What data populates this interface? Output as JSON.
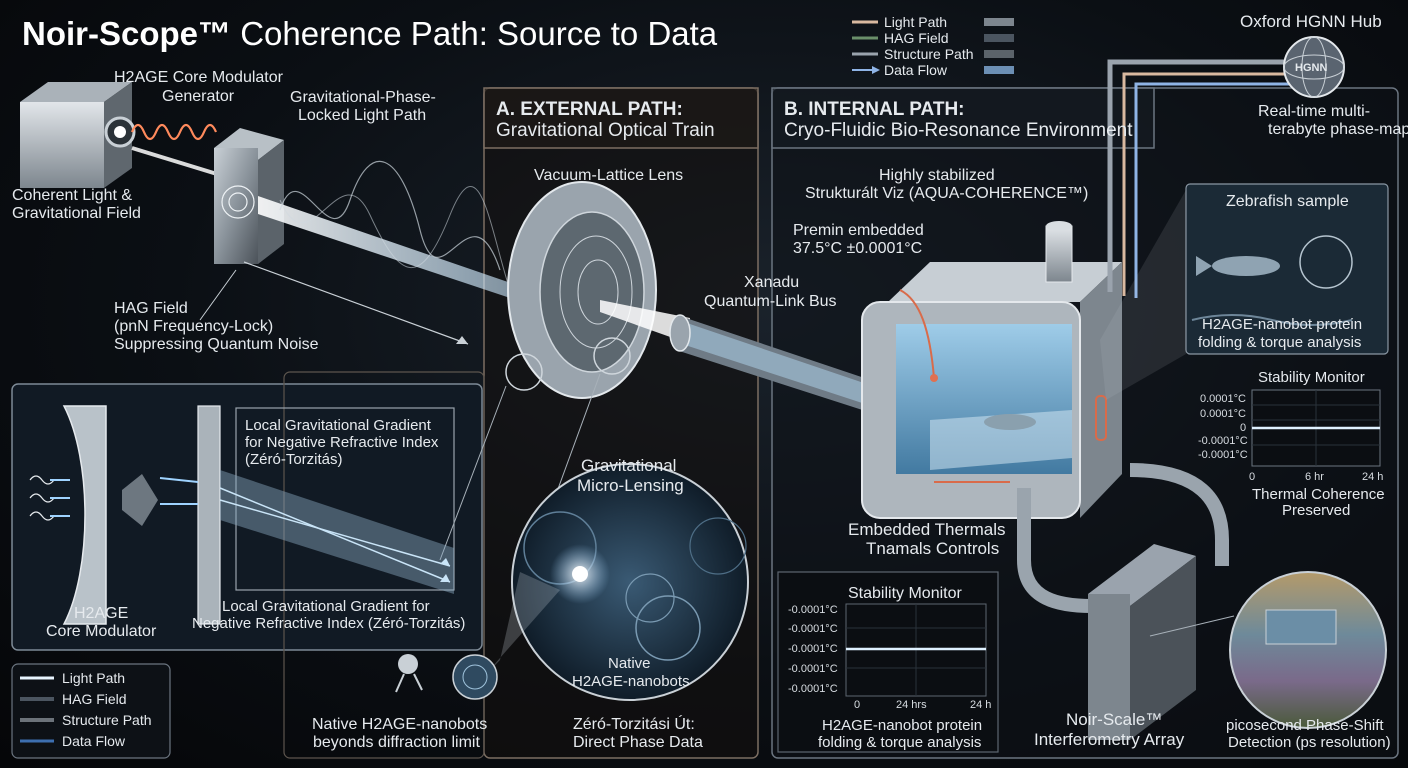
{
  "title": {
    "bold": "Noir-Scope™",
    "rest": " Coherence Path: Source to Data"
  },
  "hub": {
    "title": "Oxford HGNN Hub",
    "badge": "HGNN",
    "caption_1": "Real-time multi-",
    "caption_2": "terabyte phase-map"
  },
  "legend_top": [
    {
      "label": "Light Path",
      "color": "#d9b9a0"
    },
    {
      "label": "HAG Field",
      "color": "#6a8f6a"
    },
    {
      "label": "Structure Path",
      "color": "#9aa3ad"
    },
    {
      "label": "Data Flow",
      "color": "#8fb4e6"
    }
  ],
  "legend_bottom": [
    {
      "label": "Light Path",
      "color": "#e8f4ff"
    },
    {
      "label": "HAG Field",
      "color": "#4b5560"
    },
    {
      "label": "Structure Path",
      "color": "#6c737a"
    },
    {
      "label": "Data Flow",
      "color": "#3d6fb0"
    }
  ],
  "source": {
    "generator_1": "H2AGE Core Modulator",
    "generator_2": "Generator",
    "coherent_1": "Coherent Light &",
    "coherent_2": "Gravitational Field",
    "locked_1": "Gravitational-Phase-",
    "locked_2": "Locked Light Path",
    "hag_1": "HAG Field",
    "hag_2": "(pnN Frequency-Lock)",
    "hag_3": "Suppressing Quantum Noise"
  },
  "inset": {
    "gradient_top_1": "Local Gravitational Gradient",
    "gradient_top_2": "for Negative Refractive Index",
    "gradient_top_3": "(Zéró-Torzitás)",
    "core_1": "H2AGE",
    "core_2": "Core Modulator",
    "gradient_bottom_1": "Local Gravitational Gradient for",
    "gradient_bottom_2": "Negative Refractive Index (Zéró-Torzitás)"
  },
  "external": {
    "heading_bold": "A. EXTERNAL PATH:",
    "heading_sub": "Gravitational Optical Train",
    "lens": "Vacuum-Lattice Lens",
    "microlensing_1": "Gravitational",
    "microlensing_2": "Micro-Lensing",
    "nanobots_1": "Native",
    "nanobots_2": "H2AGE-nanobots",
    "diffraction_1": "Native H2AGE-nanobots",
    "diffraction_2": "beyonds diffraction limit",
    "direct_1": "Zéró-Torzitási Út:",
    "direct_2": "Direct Phase Data"
  },
  "bus": {
    "line_1": "Xanadu",
    "line_2": "Quantum-Link Bus"
  },
  "internal": {
    "heading_bold": "B. INTERNAL PATH:",
    "heading_sub": "Cryo-Fluidic Bio-Resonance Environment",
    "stabilized_1": "Highly stabilized",
    "stabilized_2": "Strukturált Viz (AQUA-COHERENCE™)",
    "premin_1": "Premin embedded",
    "premin_2": "37.5°C ±0.0001°C",
    "thermals_1": "Embedded Thermals",
    "thermals_2": "Tnamals Controls",
    "zebrafish": "Zebrafish sample",
    "folding_1": "H2AGE-nanobot protein",
    "folding_2": "folding & torque analysis"
  },
  "monitor_right": {
    "title": "Stability Monitor",
    "y_ticks": [
      "0.0001°C",
      "0.0001°C",
      "0",
      "-0.0001°C",
      "-0.0001°C"
    ],
    "x_ticks": [
      "0",
      "6 hr",
      "24 h"
    ],
    "caption_1": "Thermal Coherence",
    "caption_2": "Preserved"
  },
  "monitor_bottom": {
    "title": "Stability Monitor",
    "y_ticks": [
      "-0.0001°C",
      "-0.0001°C",
      "-0.0001°C",
      "-0.0001°C",
      "-0.0001°C"
    ],
    "x_ticks": [
      "0",
      "24 hrs",
      "24 h"
    ],
    "caption_1": "H2AGE-nanobot protein",
    "caption_2": "folding & torque analysis"
  },
  "array": {
    "line_1": "Noir-Scale™",
    "line_2": "Interferometry Array"
  },
  "phase": {
    "line_1": "picosecond Phase-Shift",
    "line_2": "Detection (ps resolution)"
  }
}
